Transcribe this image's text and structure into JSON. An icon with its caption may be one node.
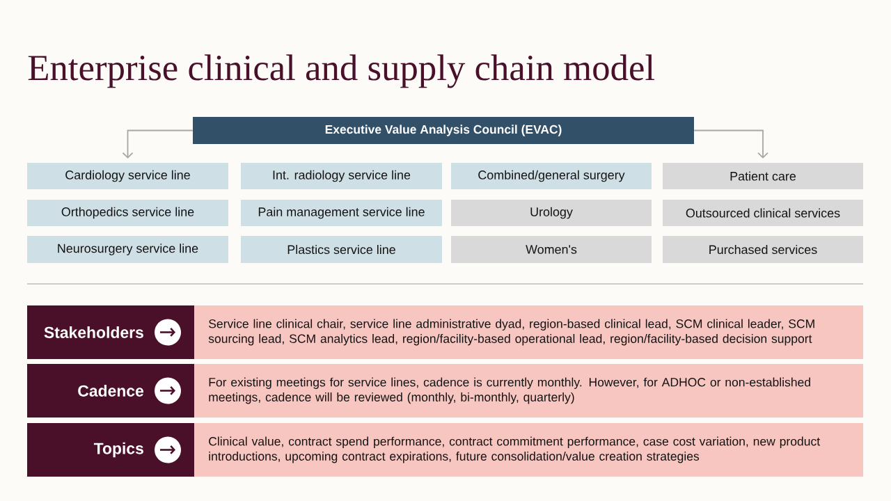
{
  "diagram": {
    "title": "Enterprise clinical and supply chain model",
    "nodes": [
      {
        "text": [
          "Executive Value Analysis Council (EVAC)"
        ]
      },
      {
        "text": [
          "Cardiology service line"
        ]
      },
      {
        "text": [
          "Int. radiology service line"
        ]
      },
      {
        "text": [
          "Combined/general surgery"
        ]
      },
      {
        "text": [
          "Patient care"
        ]
      },
      {
        "text": [
          "Orthopedics service line"
        ]
      },
      {
        "text": [
          "Pain management service line"
        ]
      },
      {
        "text": [
          "Urology"
        ]
      },
      {
        "text": [
          "Outsourced clinical services"
        ]
      },
      {
        "text": [
          "Neurosurgery service line"
        ]
      },
      {
        "text": [
          "Plastics service line"
        ]
      },
      {
        "text": [
          "Women's"
        ]
      },
      {
        "text": [
          "Purchased services"
        ]
      },
      {
        "text": [
          "Stakeholders"
        ]
      },
      {
        "text": [
          "Service line clinical chair, service line administrative dyad, region-based clinical lead, SCM clinical leader, SCM sourcing lead, SCM analytics lead, region/facility-based operational lead, region/facility-based decision support"
        ]
      },
      {
        "text": [
          "Cadence"
        ]
      },
      {
        "text": [
          "For existing meetings for service lines, cadence is currently monthly. However, for ADHOC or non-established meetings, cadence will be reviewed (monthly, bi-monthly, quarterly)"
        ]
      },
      {
        "text": [
          "Topics"
        ]
      },
      {
        "text": [
          "Clinical value, contract spend performance, contract commitment performance, case cost variation, new product introductions, upcoming contract expirations, future consolidation/value creation strategies"
        ]
      }
    ],
    "edges": [
      {
        "from": 0,
        "to": 1,
        "arrow": "to"
      },
      {
        "from": 0,
        "to": 4,
        "arrow": "to"
      }
    ]
  }
}
